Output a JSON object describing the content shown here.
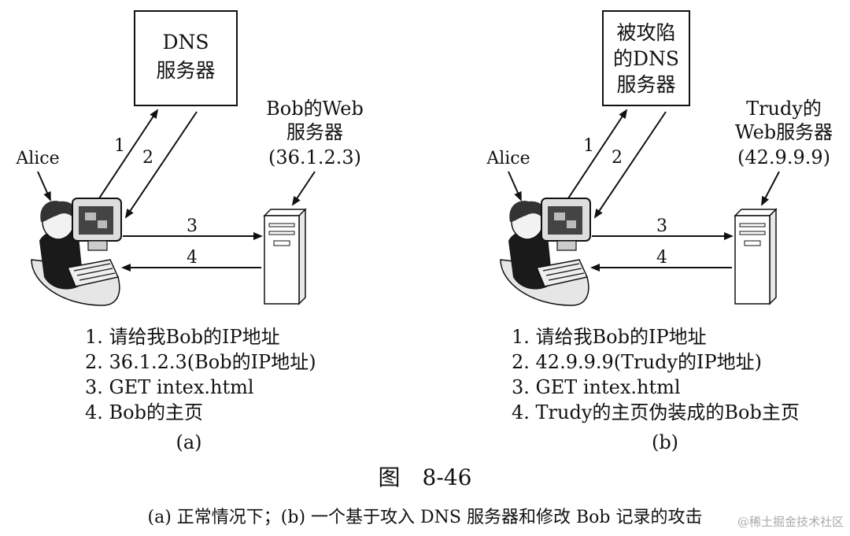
{
  "panel_a": {
    "dns_box": [
      "DNS",
      "服务器"
    ],
    "server_label": [
      "Bob的Web",
      "服务器",
      "(36.1.2.3)"
    ],
    "alice_label": "Alice",
    "arrow_labels": [
      "1",
      "2",
      "3",
      "4"
    ],
    "steps": [
      "1. 请给我Bob的IP地址",
      "2. 36.1.2.3(Bob的IP地址)",
      "3. GET intex.html",
      "4. Bob的主页"
    ],
    "sub_label": "(a)"
  },
  "panel_b": {
    "dns_box": [
      "被攻陷",
      "的DNS",
      "服务器"
    ],
    "server_label": [
      "Trudy的",
      "Web服务器",
      "(42.9.9.9)"
    ],
    "alice_label": "Alice",
    "arrow_labels": [
      "1",
      "2",
      "3",
      "4"
    ],
    "steps": [
      "1. 请给我Bob的IP地址",
      "2. 42.9.9.9(Trudy的IP地址)",
      "3. GET intex.html",
      "4. Trudy的主页伪装成的Bob主页"
    ],
    "sub_label": "(b)"
  },
  "figure": {
    "number": "图　8-46",
    "caption": "(a) 正常情况下；(b) 一个基于攻入 DNS 服务器和修改 Bob 记录的攻击"
  },
  "watermark": "@稀土掘金技术社区"
}
